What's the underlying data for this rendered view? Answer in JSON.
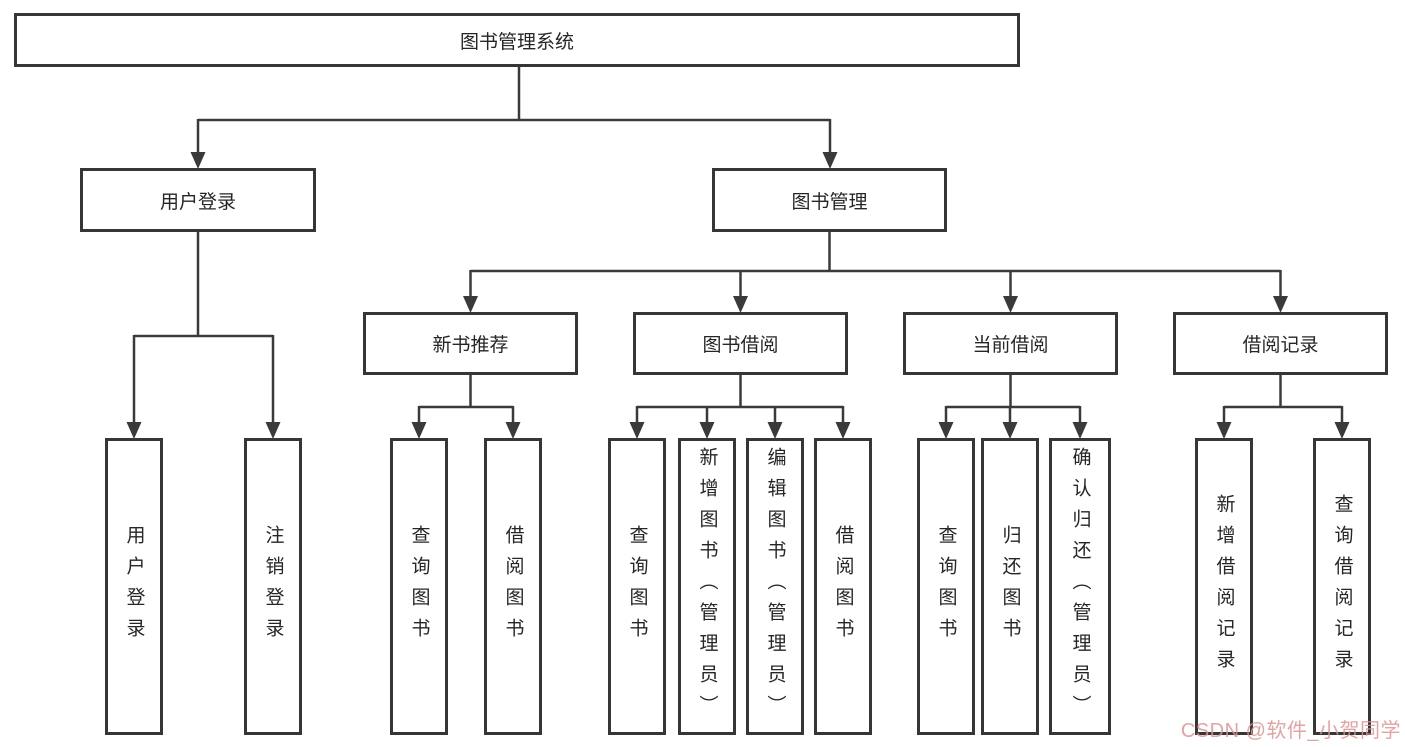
{
  "diagram": {
    "title": "图书管理系统",
    "root": {
      "label": "图书管理系统"
    },
    "branches": [
      {
        "label": "用户登录",
        "children": [
          "用户登录",
          "注销登录"
        ]
      },
      {
        "label": "图书管理",
        "sections": [
          {
            "label": "新书推荐",
            "children": [
              "查询图书",
              "借阅图书"
            ]
          },
          {
            "label": "图书借阅",
            "children": [
              "查询图书",
              "新增图书（管理员）",
              "编辑图书（管理员）",
              "借阅图书"
            ]
          },
          {
            "label": "当前借阅",
            "children": [
              "查询图书",
              "归还图书",
              "确认归还（管理员）"
            ]
          },
          {
            "label": "借阅记录",
            "children": [
              "新增借阅记录",
              "查询借阅记录"
            ]
          }
        ]
      }
    ]
  },
  "watermark": {
    "text": "CSDN @软件_小贺同学",
    "color": "#de9393"
  },
  "colors": {
    "background": "#ffffff",
    "box_border": "#363636",
    "connector_line": "#3a3a3a",
    "text": "#262626"
  }
}
